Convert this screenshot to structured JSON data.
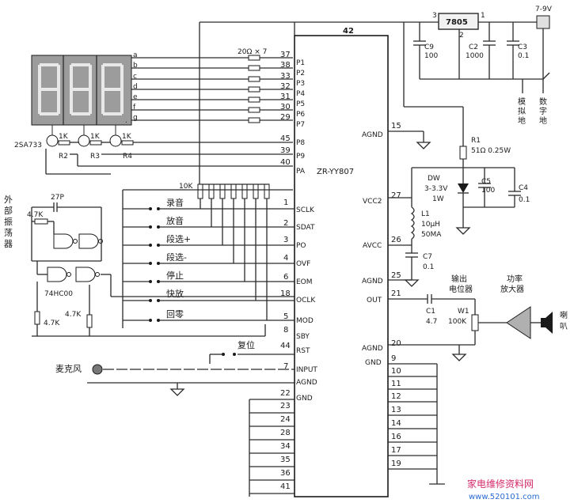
{
  "chip": {
    "name": "ZR-YY807",
    "top_pin": "42"
  },
  "regulator": {
    "name": "7805",
    "pin_in": "3",
    "pin_gnd": "2",
    "pin_out": "1"
  },
  "power_in": "7-9V",
  "caps_top": [
    {
      "name": "C9",
      "value": "100"
    },
    {
      "name": "C2",
      "value": "1000"
    },
    {
      "name": "C3",
      "value": "0.1"
    }
  ],
  "grounds": {
    "analog": "模\n拟\n地",
    "digital": "数\n字\n地"
  },
  "display": {
    "segments": [
      "a",
      "b",
      "c",
      "d",
      "e",
      "f",
      "g",
      "."
    ],
    "resistor_array": "20Ω × 7"
  },
  "drivers": {
    "transistor": "2SA733",
    "resistor_value": "1K",
    "names": [
      "R2",
      "R3",
      "R4"
    ]
  },
  "pins_left": [
    {
      "num": "37",
      "label": "P1"
    },
    {
      "num": "38",
      "label": "P2"
    },
    {
      "num": "33",
      "label": "P3"
    },
    {
      "num": "32",
      "label": "P4"
    },
    {
      "num": "31",
      "label": "P5"
    },
    {
      "num": "30",
      "label": "P6"
    },
    {
      "num": "29",
      "label": "P7"
    },
    {
      "num": "45",
      "label": "P8"
    },
    {
      "num": "39",
      "label": "P9"
    },
    {
      "num": "40",
      "label": "PA"
    },
    {
      "num": "1",
      "label": "SCLK"
    },
    {
      "num": "2",
      "label": "SDAT"
    },
    {
      "num": "3",
      "label": "PO"
    },
    {
      "num": "4",
      "label": "OVF"
    },
    {
      "num": "6",
      "label": "EOM"
    },
    {
      "num": "18",
      "label": "OCLK"
    },
    {
      "num": "5",
      "label": "MOD"
    },
    {
      "num": "8",
      "label": "SBY"
    },
    {
      "num": "44",
      "label": "RST"
    },
    {
      "num": "7",
      "label": "INPUT"
    },
    {
      "num": "",
      "label": "AGND"
    },
    {
      "num": "22",
      "label": "GND"
    }
  ],
  "pins_left_gnd": [
    "23",
    "24",
    "28",
    "34",
    "35",
    "36",
    "41"
  ],
  "pins_right": [
    {
      "num": "15",
      "label": "AGND"
    },
    {
      "num": "27",
      "label": "VCC2"
    },
    {
      "num": "26",
      "label": "AVCC"
    },
    {
      "num": "25",
      "label": "AGND"
    },
    {
      "num": "21",
      "label": "OUT"
    },
    {
      "num": "20",
      "label": "AGND"
    },
    {
      "num": "9",
      "label": "GND"
    }
  ],
  "pins_right_gnd": [
    "10",
    "11",
    "12",
    "13",
    "14",
    "16",
    "17",
    "19"
  ],
  "switches": {
    "pullup": "10K",
    "labels": [
      "录音",
      "放音",
      "段选+",
      "段选-",
      "停止",
      "快放",
      "回零"
    ],
    "reset": "复位"
  },
  "oscillator": {
    "title": "外\n部\n振\n荡\n器",
    "cap": "27P",
    "r_top": "4.7K",
    "r_left": "4.7K",
    "r_right": "4.7K",
    "gate": "74HC00"
  },
  "mic": "麦克风",
  "supply": {
    "r1_name": "R1",
    "r1_value": "51Ω 0.25W",
    "dw_name": "DW",
    "dw_v": "3-3.3V",
    "dw_w": "1W",
    "c5_name": "C5",
    "c5_value": "100",
    "c4_name": "C4",
    "c4_value": "0.1",
    "l1_name": "L1",
    "l1_value": "10μH",
    "l1_current": "50MA",
    "c7_name": "C7",
    "c7_value": "0.1"
  },
  "output": {
    "c1_name": "C1",
    "c1_value": "4.7",
    "w1_name": "W1",
    "w1_value": "100K",
    "pot_label": "输出\n电位器",
    "amp_label": "功率\n放大器",
    "speaker_label": "喇\n叭"
  },
  "watermark": {
    "line1": "家电维修资料网",
    "line2": "www.520101.com"
  }
}
